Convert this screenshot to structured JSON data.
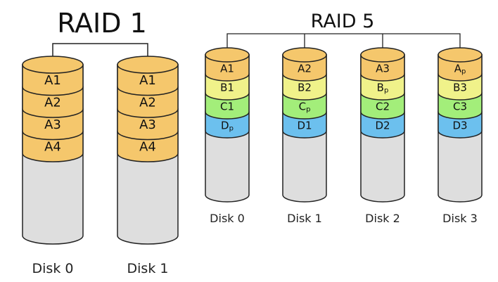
{
  "raid1": {
    "title": "RAID 1",
    "disks": [
      {
        "label": "Disk 0",
        "blocks": [
          "A1",
          "A2",
          "A3",
          "A4"
        ]
      },
      {
        "label": "Disk 1",
        "blocks": [
          "A1",
          "A2",
          "A3",
          "A4"
        ]
      }
    ]
  },
  "raid5": {
    "title": "RAID 5",
    "disks": [
      {
        "label": "Disk 0",
        "blocks": [
          {
            "main": "A1",
            "sub": "",
            "color": "orange"
          },
          {
            "main": "B1",
            "sub": "",
            "color": "yellow"
          },
          {
            "main": "C1",
            "sub": "",
            "color": "green"
          },
          {
            "main": "D",
            "sub": "p",
            "color": "blue"
          }
        ]
      },
      {
        "label": "Disk 1",
        "blocks": [
          {
            "main": "A2",
            "sub": "",
            "color": "orange"
          },
          {
            "main": "B2",
            "sub": "",
            "color": "yellow"
          },
          {
            "main": "C",
            "sub": "p",
            "color": "green"
          },
          {
            "main": "D1",
            "sub": "",
            "color": "blue"
          }
        ]
      },
      {
        "label": "Disk 2",
        "blocks": [
          {
            "main": "A3",
            "sub": "",
            "color": "orange"
          },
          {
            "main": "B",
            "sub": "p",
            "color": "yellow"
          },
          {
            "main": "C2",
            "sub": "",
            "color": "green"
          },
          {
            "main": "D2",
            "sub": "",
            "color": "blue"
          }
        ]
      },
      {
        "label": "Disk 3",
        "blocks": [
          {
            "main": "A",
            "sub": "p",
            "color": "orange"
          },
          {
            "main": "B3",
            "sub": "",
            "color": "yellow"
          },
          {
            "main": "C3",
            "sub": "",
            "color": "green"
          },
          {
            "main": "D3",
            "sub": "",
            "color": "blue"
          }
        ]
      }
    ]
  },
  "colors": {
    "orange": "#f5c76c",
    "yellow": "#f0f28a",
    "green": "#a3ee7a",
    "blue": "#6cc0ee",
    "empty": "#dedede",
    "stroke": "#222222"
  }
}
